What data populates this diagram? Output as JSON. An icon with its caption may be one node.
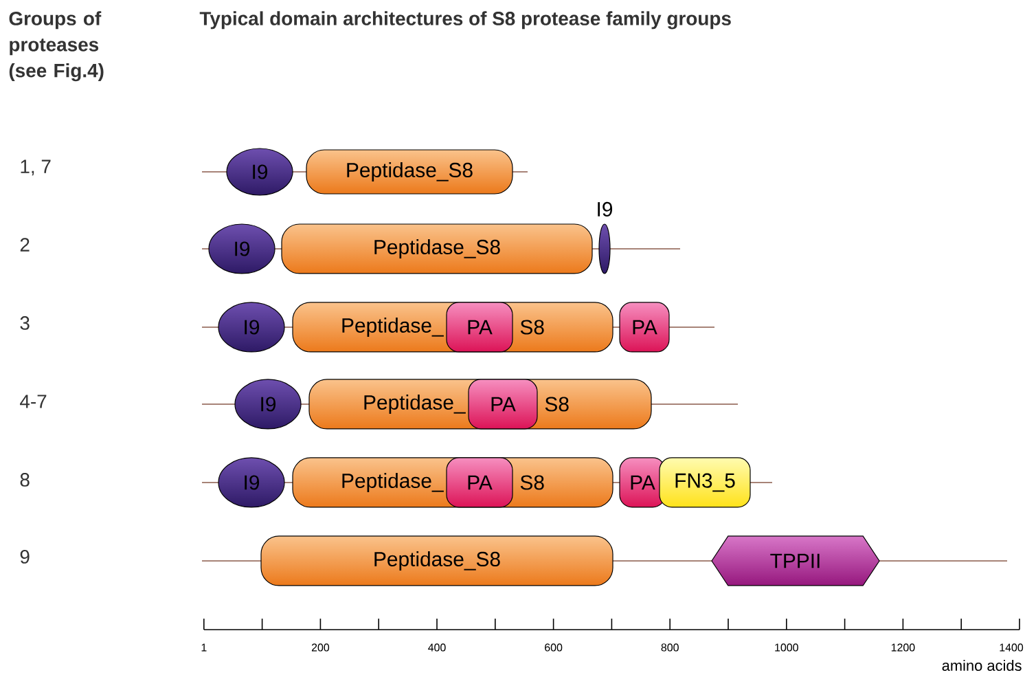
{
  "diagram": {
    "title": "Typical domain architectures of S8 protease family groups",
    "nodes": [
      {
        "text": [
          "I9"
        ]
      },
      {
        "text": [
          "Peptidase_S8"
        ]
      },
      {
        "text": [
          "I9"
        ]
      },
      {
        "text": [
          "Peptidase_S8"
        ]
      },
      {
        "text": [
          "I9"
        ]
      },
      {
        "text": [
          "I9"
        ]
      },
      {
        "text": [
          "Peptidase_",
          "S8"
        ]
      },
      {
        "text": [
          "PA"
        ],
        "in": 6
      },
      {
        "text": [
          "PA"
        ]
      },
      {
        "text": [
          "I9"
        ]
      },
      {
        "text": [
          "Peptidase_",
          "S8"
        ]
      },
      {
        "text": [
          "PA"
        ],
        "in": 10
      },
      {
        "text": [
          "I9"
        ]
      },
      {
        "text": [
          "Peptidase_",
          "S8"
        ]
      },
      {
        "text": [
          "PA"
        ],
        "in": 13
      },
      {
        "text": [
          "PA"
        ]
      },
      {
        "text": [
          "FN3_5"
        ]
      },
      {
        "text": [
          "Peptidase_S8"
        ]
      },
      {
        "text": [
          "TPPII"
        ]
      }
    ],
    "labels": [
      "Groups of proteases (see Fig.4)",
      "1, 7",
      "2",
      "3",
      "4-7",
      "8",
      "9",
      "1",
      "200",
      "400",
      "600",
      "800",
      "1000",
      "1200",
      "1400",
      "amino acids"
    ]
  }
}
